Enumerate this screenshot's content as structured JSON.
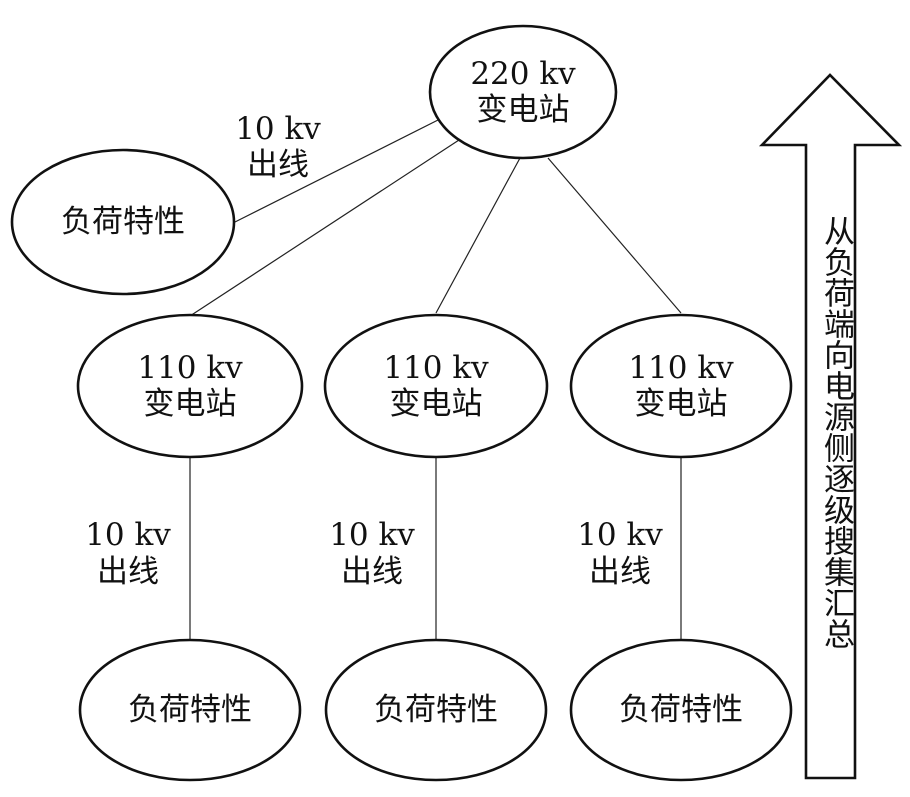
{
  "top_station": {
    "voltage": "220 kv",
    "name": "变电站"
  },
  "top_feeder": {
    "voltage": "10 kv",
    "name": "出线"
  },
  "top_load": {
    "label": "负荷特性"
  },
  "branches": [
    {
      "station": {
        "voltage": "110 kv",
        "name": "变电站"
      },
      "feeder": {
        "voltage": "10 kv",
        "name": "出线"
      },
      "load": {
        "label": "负荷特性"
      }
    },
    {
      "station": {
        "voltage": "110 kv",
        "name": "变电站"
      },
      "feeder": {
        "voltage": "10 kv",
        "name": "出线"
      },
      "load": {
        "label": "负荷特性"
      }
    },
    {
      "station": {
        "voltage": "110 kv",
        "name": "变电站"
      },
      "feeder": {
        "voltage": "10 kv",
        "name": "出线"
      },
      "load": {
        "label": "负荷特性"
      }
    }
  ],
  "side_arrow": {
    "text": "从负荷端向电源侧逐级搜集汇总"
  }
}
